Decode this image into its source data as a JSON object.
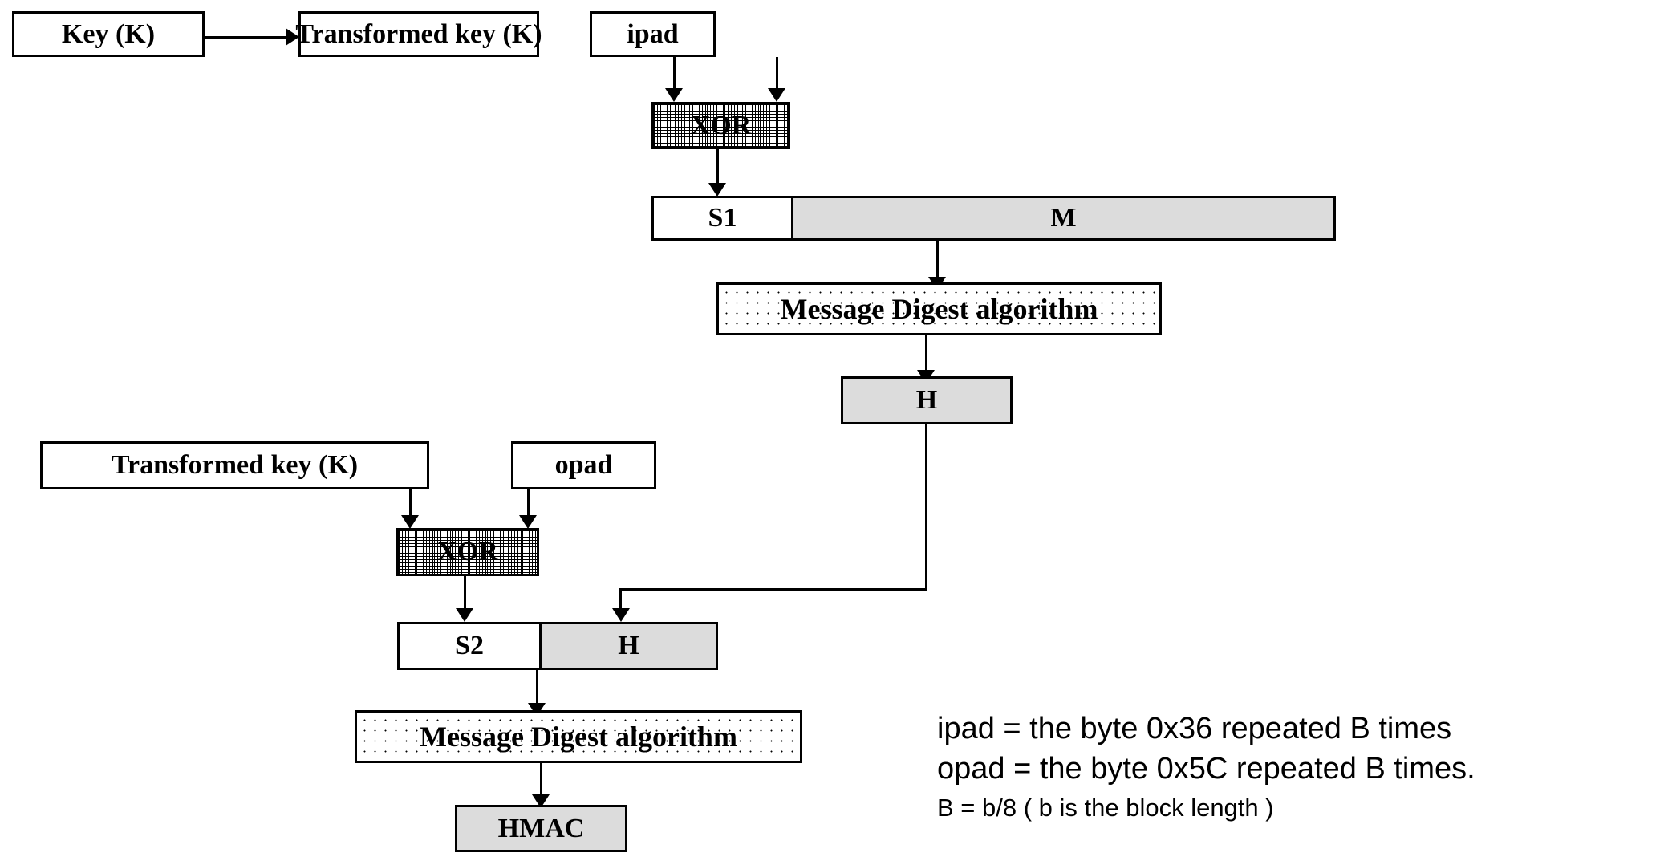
{
  "diagram": {
    "title": "HMAC construction flow",
    "colors": {
      "stroke": "#000000",
      "grey_fill": "#dcdcdc",
      "white_fill": "#ffffff",
      "background": "#ffffff"
    },
    "nodes": {
      "key": "Key (K)",
      "transformed_key_top": "Transformed key (K)",
      "ipad": "ipad",
      "xor_top": "XOR",
      "s1": "S1",
      "m": "M",
      "message_digest_top": "Message Digest algorithm",
      "h_top": "H",
      "transformed_key_bottom": "Transformed key (K)",
      "opad": "opad",
      "xor_bottom": "XOR",
      "s2": "S2",
      "h_bottom": "H",
      "message_digest_bottom": "Message Digest algorithm",
      "hmac": "HMAC"
    }
  },
  "legend": {
    "line1": "ipad = the byte 0x36 repeated B times",
    "line2": "opad = the byte 0x5C repeated B times.",
    "line3": "B = b/8 ( b is the block length )"
  }
}
